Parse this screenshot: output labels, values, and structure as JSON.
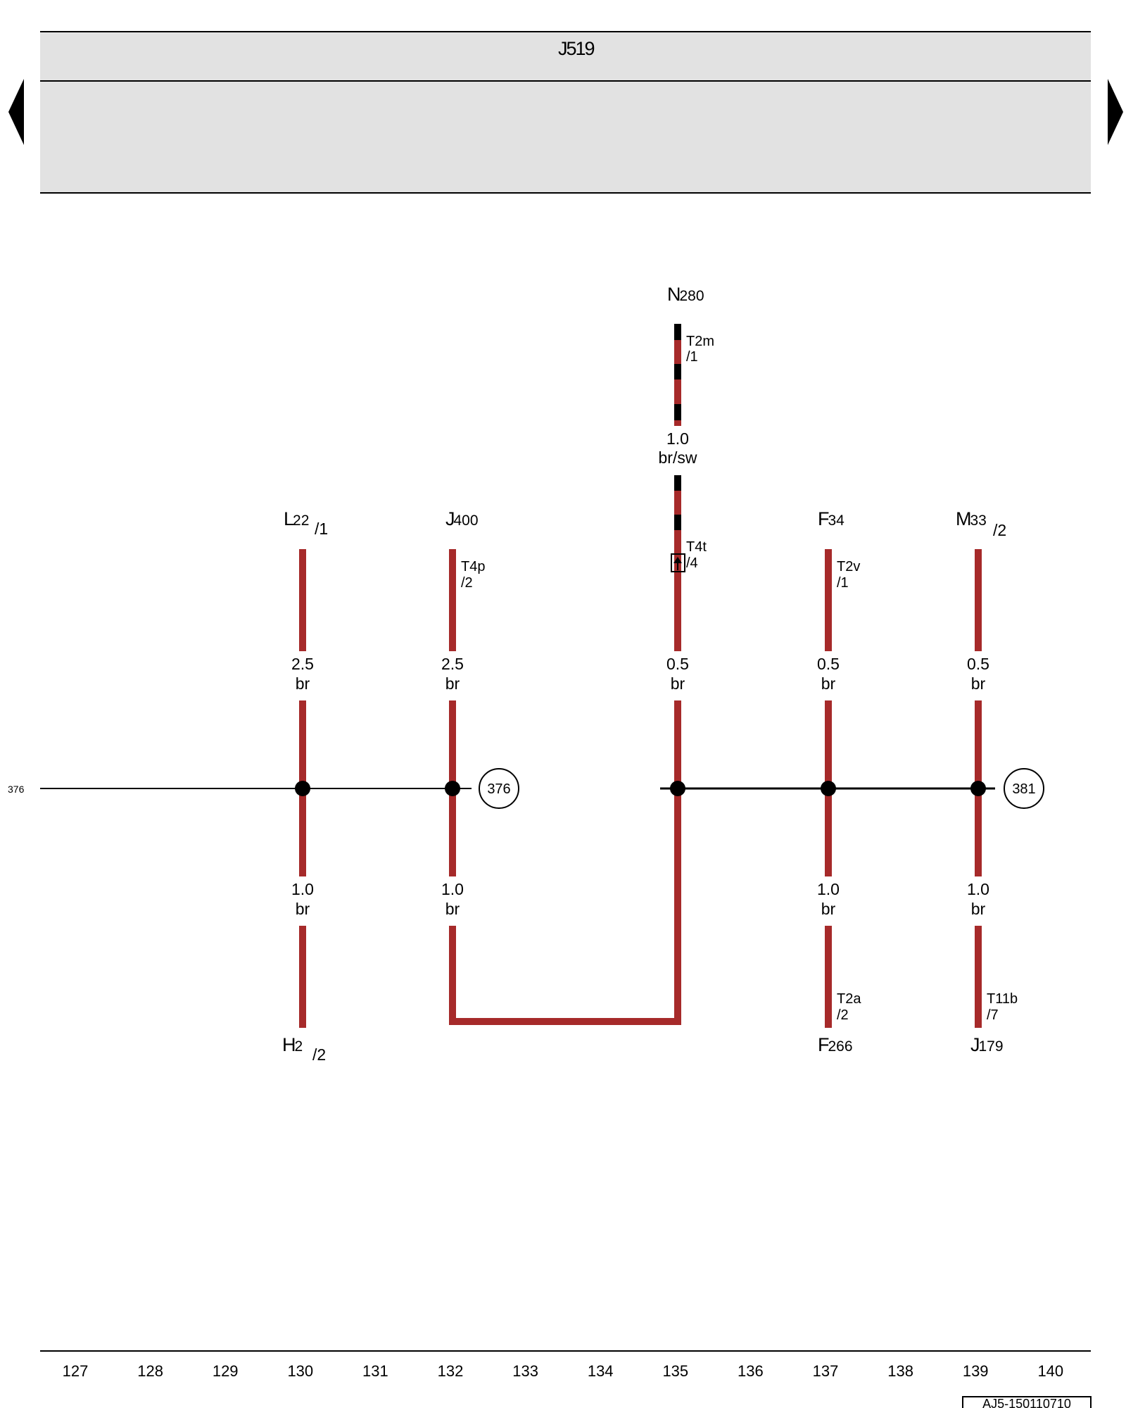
{
  "header": {
    "module": "J519"
  },
  "nav": {
    "prev": "previous-page",
    "next": "next-page"
  },
  "left_ref": "376",
  "circle_refs": [
    "376",
    "381"
  ],
  "components": {
    "N280": {
      "main": "N",
      "sub": "280"
    },
    "L22": {
      "main": "L",
      "sub": "22",
      "pin": "/1"
    },
    "J400": {
      "main": "J",
      "sub": "400"
    },
    "F34": {
      "main": "F",
      "sub": "34"
    },
    "M33": {
      "main": "M",
      "sub": "33",
      "pin": "/2"
    },
    "H2": {
      "main": "H",
      "sub": "2",
      "pin": "/2"
    },
    "F266": {
      "main": "F",
      "sub": "266"
    },
    "J179": {
      "main": "J",
      "sub": "179"
    }
  },
  "connectors": {
    "T2m": {
      "name": "T2m",
      "pin": "/1"
    },
    "T4p": {
      "name": "T4p",
      "pin": "/2"
    },
    "T4t": {
      "name": "T4t",
      "pin": "/4"
    },
    "T2v": {
      "name": "T2v",
      "pin": "/1"
    },
    "T2a": {
      "name": "T2a",
      "pin": "/2"
    },
    "T11b": {
      "name": "T11b",
      "pin": "/7"
    }
  },
  "wires": {
    "n280": {
      "size": "1.0",
      "color": "br/sw"
    },
    "l22_top": {
      "size": "2.5",
      "color": "br"
    },
    "j400_top": {
      "size": "2.5",
      "color": "br"
    },
    "t4t_top": {
      "size": "0.5",
      "color": "br"
    },
    "f34_top": {
      "size": "0.5",
      "color": "br"
    },
    "m33_top": {
      "size": "0.5",
      "color": "br"
    },
    "h2_bot": {
      "size": "1.0",
      "color": "br"
    },
    "j400_bot": {
      "size": "1.0",
      "color": "br"
    },
    "f266_bot": {
      "size": "1.0",
      "color": "br"
    },
    "j179_bot": {
      "size": "1.0",
      "color": "br"
    }
  },
  "columns": [
    "127",
    "128",
    "129",
    "130",
    "131",
    "132",
    "133",
    "134",
    "135",
    "136",
    "137",
    "138",
    "139",
    "140"
  ],
  "footer_ref": "AJ5-150110710",
  "colors": {
    "wire_brown": "#a62a2a",
    "wire_black": "#000000",
    "header_bg": "#e2e2e2"
  }
}
